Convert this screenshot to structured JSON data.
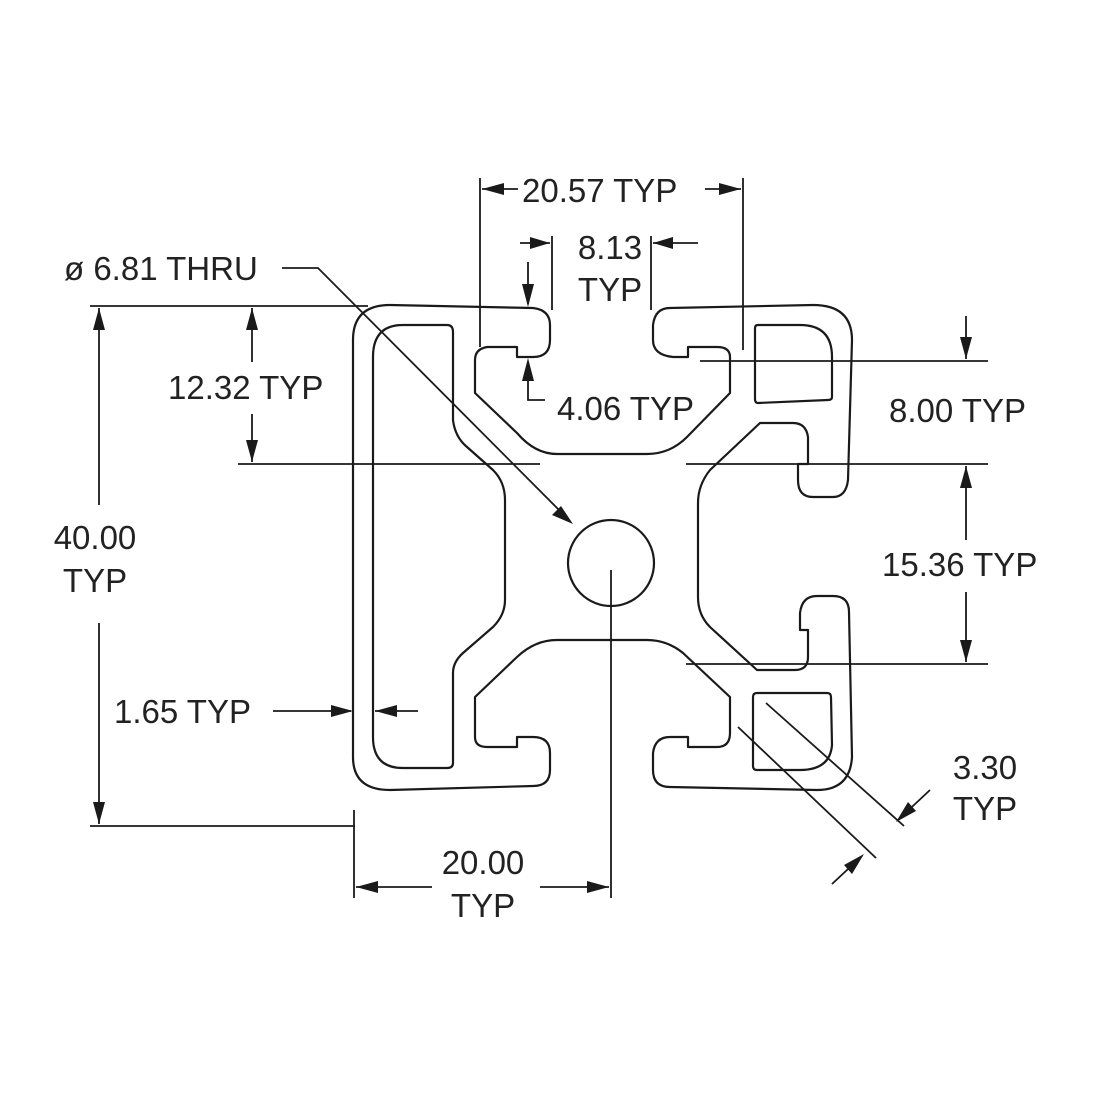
{
  "drawing": {
    "dimensions": {
      "slot_span": "20.57 TYP",
      "slot_opening_value": "8.13",
      "slot_opening_suffix": "TYP",
      "hole": "ø 6.81 THRU",
      "top_offset": "12.32 TYP",
      "lip_depth": "4.06 TYP",
      "slot_side": "8.00 TYP",
      "overall_value": "40.00",
      "overall_suffix": "TYP",
      "slot_width": "15.36 TYP",
      "wall": "1.65 TYP",
      "diag_wall_value": "3.30",
      "diag_wall_suffix": "TYP",
      "half_value": "20.00",
      "half_suffix": "TYP"
    }
  }
}
